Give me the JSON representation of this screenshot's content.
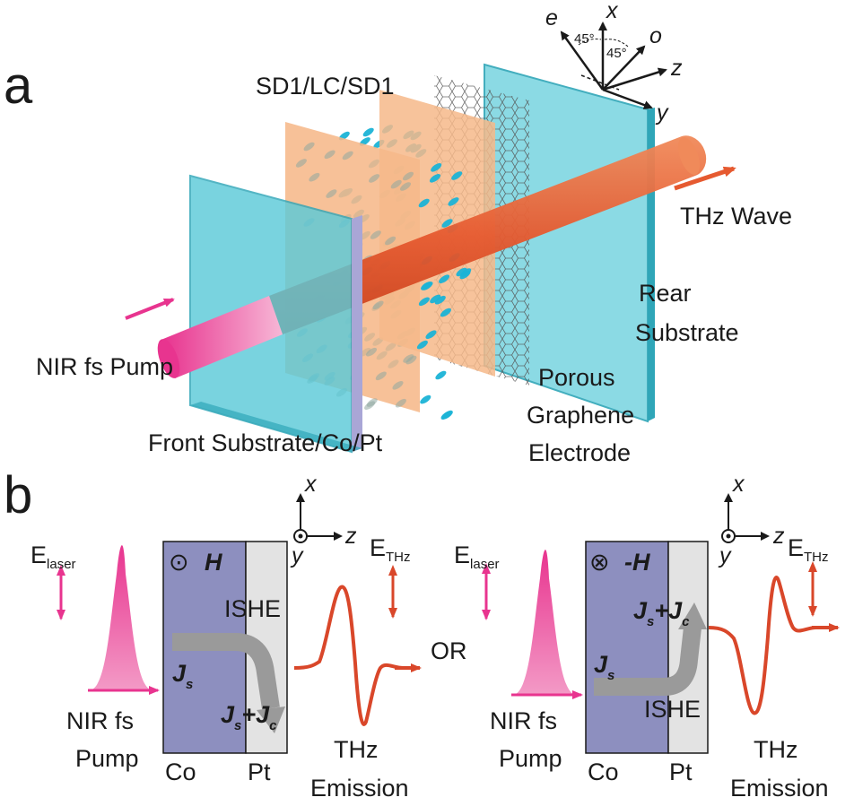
{
  "panel_a": {
    "letter": "a",
    "labels": {
      "sd_stack": "SD1/LC/SD1",
      "thz_wave": "THz Wave",
      "rear_substrate": [
        "Rear",
        "Substrate"
      ],
      "pump": "NIR fs Pump",
      "porous_graphene": [
        "Porous",
        "Graphene",
        "Electrode"
      ],
      "front_substrate": "Front Substrate/Co/Pt"
    },
    "axes": {
      "e": "e",
      "x": "x",
      "o": "o",
      "z": "z",
      "y": "y",
      "angle_left": "45°",
      "angle_right": "45°"
    }
  },
  "panel_b": {
    "letter": "b",
    "or_text": "OR",
    "left": {
      "field_symbol": "⊙",
      "field": "H",
      "ishe": "ISHE",
      "js": "J",
      "js_sub": "s",
      "jsjc": [
        "J",
        "s",
        "+J",
        "c"
      ],
      "co": "Co",
      "pt": "Pt",
      "pump": [
        "NIR fs",
        "Pump"
      ],
      "emission": [
        "THz",
        "Emission"
      ],
      "e_laser": [
        "E",
        "laser"
      ],
      "e_thz": [
        "E",
        "THz"
      ],
      "axes": {
        "x": "x",
        "z": "z",
        "y": "y"
      }
    },
    "right": {
      "field_symbol": "⊗",
      "field": "-H",
      "ishe": "ISHE",
      "js": "J",
      "js_sub": "s",
      "jsjc": [
        "J",
        "s",
        "+J",
        "c"
      ],
      "co": "Co",
      "pt": "Pt",
      "pump": [
        "NIR fs",
        "Pump"
      ],
      "emission": [
        "THz",
        "Emission"
      ],
      "e_laser": [
        "E",
        "laser"
      ],
      "e_thz": [
        "E",
        "THz"
      ],
      "axes": {
        "x": "x",
        "z": "z",
        "y": "y"
      }
    }
  },
  "colors": {
    "glass": "#5ccad8",
    "glass_edge": "#2fa6b8",
    "orange_film": "#f6b88a",
    "beam_red": "#e65a30",
    "pump_pink": "#e8348f",
    "co_blue": "#8d8fbf",
    "pt_gray": "#e3e3e3",
    "arrow_gray": "#9a9a9a",
    "lc_cyan": "#1bb3d6"
  }
}
